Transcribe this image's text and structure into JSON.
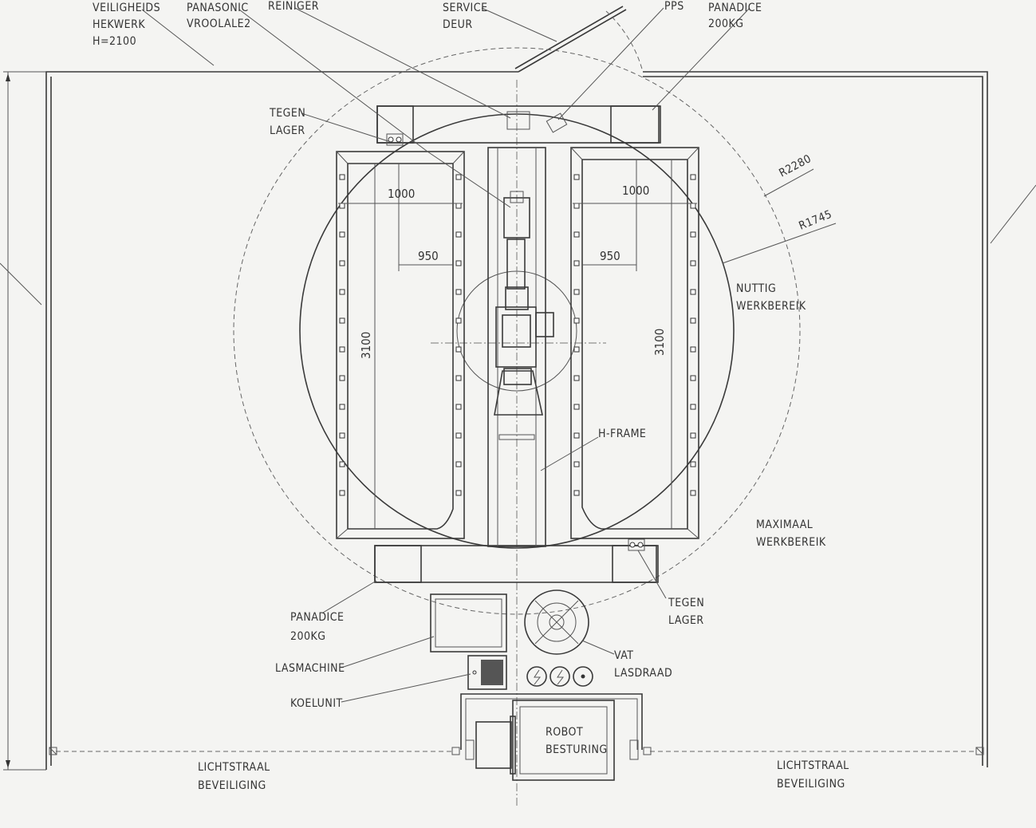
{
  "labels": {
    "veiligheidshekwerk": [
      "VEILIGHEIDS",
      "HEKWERK",
      "H=2100"
    ],
    "panasonic": [
      "PANASONIC",
      "VROOLALE2"
    ],
    "reiniger": [
      "REINIGER"
    ],
    "service_deur": [
      "SERVICE",
      "DEUR"
    ],
    "pps": [
      "PPS"
    ],
    "panadice_top": [
      "PANADICE",
      "200KG"
    ],
    "tegen_lager_top": [
      "TEGEN",
      "LAGER"
    ],
    "r2280": "R2280",
    "r1745": "R1745",
    "nuttig_werkbereik": [
      "NUTTIG",
      "WERKBEREIK"
    ],
    "h_frame": "H-FRAME",
    "maximaal_werkbereik": [
      "MAXIMAAL",
      "WERKBEREIK"
    ],
    "panadice_bottom": [
      "PANADICE",
      "200KG"
    ],
    "tegen_lager_bottom": [
      "TEGEN",
      "LAGER"
    ],
    "lasmachine": "LASMACHINE",
    "koelunit": "KOELUNIT",
    "vat_lasdraad": [
      "VAT",
      "LASDRAAD"
    ],
    "robot_besturing": [
      "ROBOT",
      "BESTURING"
    ],
    "lichtstraal_left": [
      "LICHTSTRAAL",
      "BEVEILIGING"
    ],
    "lichtstraal_right": [
      "LICHTSTRAAL",
      "BEVEILIGING"
    ]
  },
  "dimensions": {
    "left_width": "1000",
    "right_width": "1000",
    "left_inner": "950",
    "right_inner": "950",
    "left_length": "3100",
    "right_length": "3100"
  }
}
